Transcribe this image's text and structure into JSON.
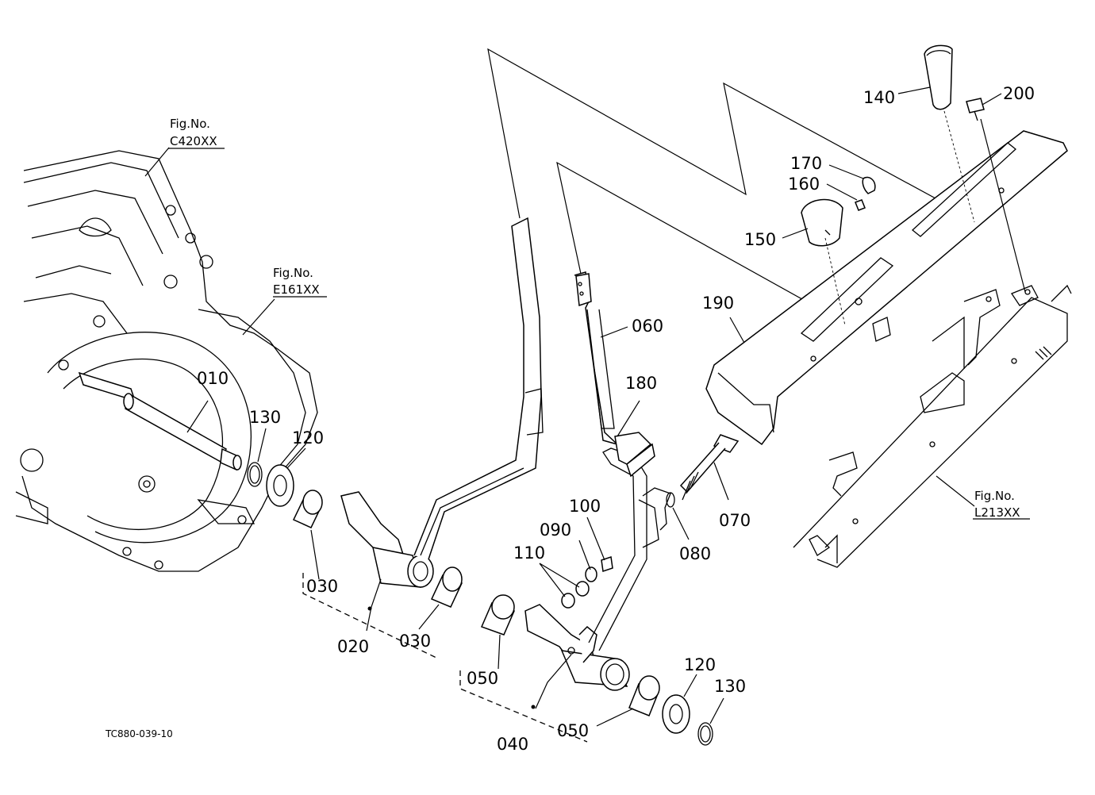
{
  "diagram": {
    "caption": "TC880-039-10",
    "fig_refs": [
      {
        "line1": "Fig.No.",
        "line2": "C420XX"
      },
      {
        "line1": "Fig.No.",
        "line2": "E161XX"
      },
      {
        "line1": "Fig.No.",
        "line2": "L213XX"
      }
    ],
    "parts": [
      {
        "label": "010"
      },
      {
        "label": "020"
      },
      {
        "label": "030"
      },
      {
        "label": "030"
      },
      {
        "label": "040"
      },
      {
        "label": "050"
      },
      {
        "label": "050"
      },
      {
        "label": "060"
      },
      {
        "label": "070"
      },
      {
        "label": "080"
      },
      {
        "label": "090"
      },
      {
        "label": "100"
      },
      {
        "label": "110"
      },
      {
        "label": "120"
      },
      {
        "label": "120"
      },
      {
        "label": "130"
      },
      {
        "label": "130"
      },
      {
        "label": "140"
      },
      {
        "label": "150"
      },
      {
        "label": "160"
      },
      {
        "label": "170"
      },
      {
        "label": "180"
      },
      {
        "label": "190"
      },
      {
        "label": "200"
      }
    ]
  }
}
